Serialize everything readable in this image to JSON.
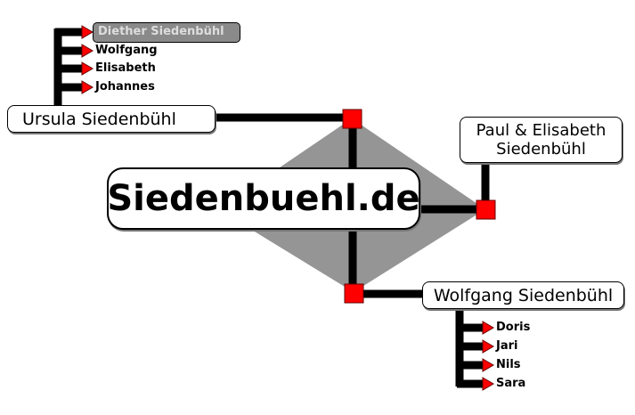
{
  "site_title": "Siedenbuehl.de",
  "nodes": {
    "ursula": "Ursula Siedenbühl",
    "paul_elisabeth": [
      "Paul & Elisabeth",
      "Siedenbühl"
    ],
    "wolfgang": "Wolfgang Siedenbühl"
  },
  "ursula_children": [
    "Diether Siedenbühl",
    "Wolfgang",
    "Elisabeth",
    "Johannes"
  ],
  "wolfgang_children": [
    "Doris",
    "Jari",
    "Nils",
    "Sara"
  ],
  "colors": {
    "marker": "#ff0000",
    "diamond": "#959595",
    "line": "#000000",
    "highlight": "#8a8a8a"
  }
}
